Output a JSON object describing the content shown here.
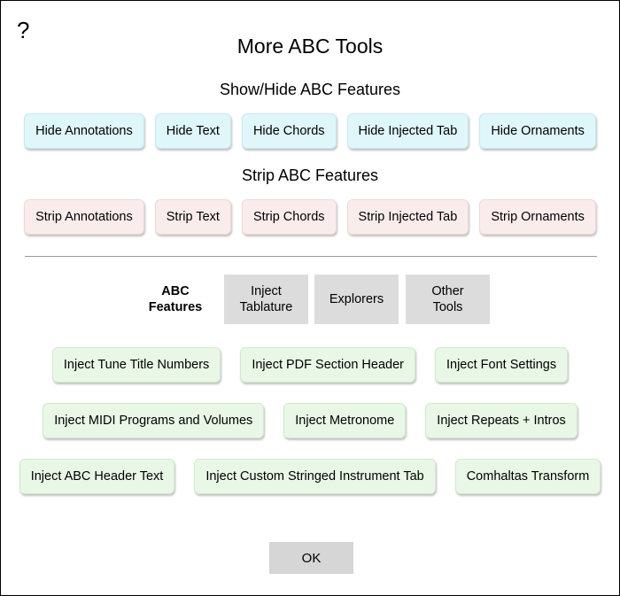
{
  "help_label": "?",
  "title": "More ABC Tools",
  "show_hide": {
    "heading": "Show/Hide ABC Features",
    "buttons": [
      "Hide Annotations",
      "Hide Text",
      "Hide Chords",
      "Hide Injected Tab",
      "Hide Ornaments"
    ]
  },
  "strip": {
    "heading": "Strip ABC Features",
    "buttons": [
      "Strip Annotations",
      "Strip Text",
      "Strip Chords",
      "Strip Injected Tab",
      "Strip Ornaments"
    ]
  },
  "tabs": {
    "active_label_line1": "ABC",
    "active_label_line2": "Features",
    "items": [
      {
        "line1": "Inject",
        "line2": "Tablature"
      },
      {
        "line1": "Explorers",
        "line2": ""
      },
      {
        "line1": "Other",
        "line2": "Tools"
      }
    ]
  },
  "inject": {
    "row1": [
      "Inject Tune Title Numbers",
      "Inject PDF Section Header",
      "Inject Font Settings"
    ],
    "row2": [
      "Inject MIDI Programs and Volumes",
      "Inject Metronome",
      "Inject Repeats + Intros"
    ],
    "row3": [
      "Inject ABC Header Text",
      "Inject Custom Stringed Instrument Tab",
      "Comhaltas Transform"
    ]
  },
  "ok_label": "OK",
  "colors": {
    "hide_button_bg": "#dff6fa",
    "strip_button_bg": "#fbecec",
    "inject_button_bg": "#e9f8e6",
    "tab_bg": "#dcdcdc",
    "ok_bg": "#d6d6d6"
  }
}
